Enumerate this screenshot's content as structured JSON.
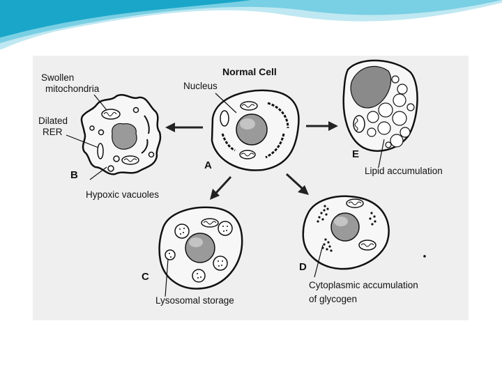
{
  "slide": {
    "banner_colors": [
      "#1aa6c9",
      "#79cfe3",
      "#bfe8f2"
    ]
  },
  "figure": {
    "title": "Normal Cell",
    "labels": {
      "nucleus": "Nucleus",
      "swollen_mito_1": "Swollen",
      "swollen_mito_2": "mitochondria",
      "dilated_1": "Dilated",
      "dilated_2": "RER",
      "hypoxic": "Hypoxic vacuoles",
      "lipid": "Lipid accumulation",
      "lysosomal": "Lysosomal storage",
      "glycogen_1": "Cytoplasmic accumulation",
      "glycogen_2": "of glycogen"
    },
    "cell_letters": {
      "a": "A",
      "b": "B",
      "c": "C",
      "d": "D",
      "e": "E"
    }
  }
}
